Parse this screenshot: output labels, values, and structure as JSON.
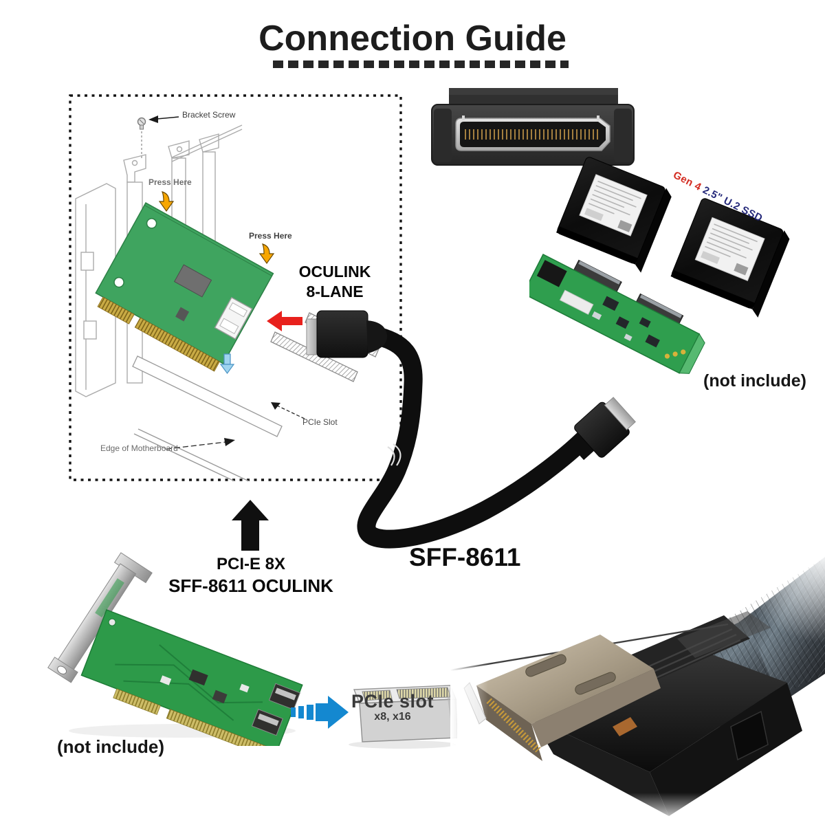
{
  "header": {
    "title": "Connection Guide"
  },
  "install_diagram": {
    "bracket_screw_label": "Bracket Screw",
    "press_here_top_label": "Press Here",
    "press_here_right_label": "Press Here",
    "pcie_slot_label": "PCIe Slot",
    "edge_of_motherboard_label": "Edge of Motherboard"
  },
  "callouts": {
    "oculink_line1": "OCULINK",
    "oculink_line2": "8-LANE",
    "cable_model": "SFF-8611",
    "adapter_line1": "PCI-E 8X",
    "adapter_line2": "SFF-8611 OCULINK"
  },
  "ssd_section": {
    "gen_label": "Gen 4",
    "type_label": " 2.5\" U.2 SSD",
    "not_include": "(not include)"
  },
  "adapter_photo": {
    "not_include": "(not include)"
  },
  "pcie_slot_graphic": {
    "title": "PCIe slot",
    "subtitle": "x8, x16"
  },
  "colors": {
    "accent_red": "#e8211d",
    "ssd_label_red": "#d32b20",
    "ssd_label_navy": "#25297a",
    "arrow_blue": "#1488d0",
    "pcb_green": "#3fa45f",
    "press_arrow_yellow": "#f7a600",
    "cable_black": "#0f0f0f"
  }
}
